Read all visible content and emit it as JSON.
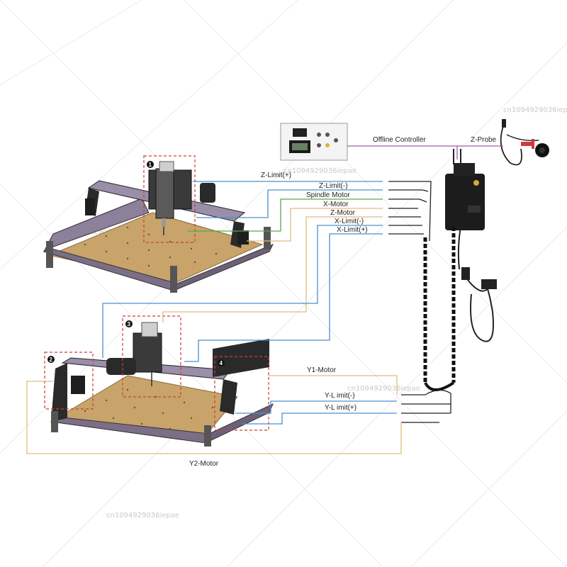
{
  "watermark": "cn1094929036iepae",
  "labels": {
    "offline_controller": "Offline Controller",
    "z_probe": "Z-Probe",
    "z_limit_plus": "Z-Limit(+)",
    "z_limit_minus": "Z-Limit(-)",
    "spindle_motor": "Spindle Motor",
    "x_motor": "X-Motor",
    "z_motor": "Z-Motor",
    "x_limit_minus": "X-Limit(-)",
    "x_limit_plus": "X-Limit(+)",
    "y1_motor": "Y1-Motor",
    "y_limit_minus": "Y-L imit(-)",
    "y_limit_plus": "Y-L imit(+)",
    "y2_motor": "Y2-Motor"
  },
  "callouts": [
    "1",
    "2",
    "3",
    "4"
  ],
  "colors": {
    "blue_wire": "#4a8fd0",
    "tan_wire": "#e0bc80",
    "green_wire": "#5aa84a",
    "purple_wire": "#a35aa8",
    "dashed_box": "#d03a3a"
  }
}
